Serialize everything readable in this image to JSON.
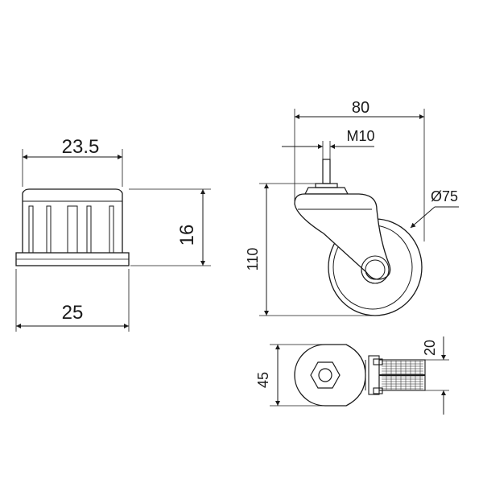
{
  "dimensions": {
    "insert_width": "23.5",
    "insert_height": "16",
    "insert_base_width": "25",
    "caster_width": "80",
    "thread": "M10",
    "wheel_diameter": "Ø75",
    "caster_height": "110",
    "bottom_width": "45",
    "wheel_thickness": "20"
  },
  "colors": {
    "line": "#1a1a1a",
    "background": "#ffffff"
  }
}
